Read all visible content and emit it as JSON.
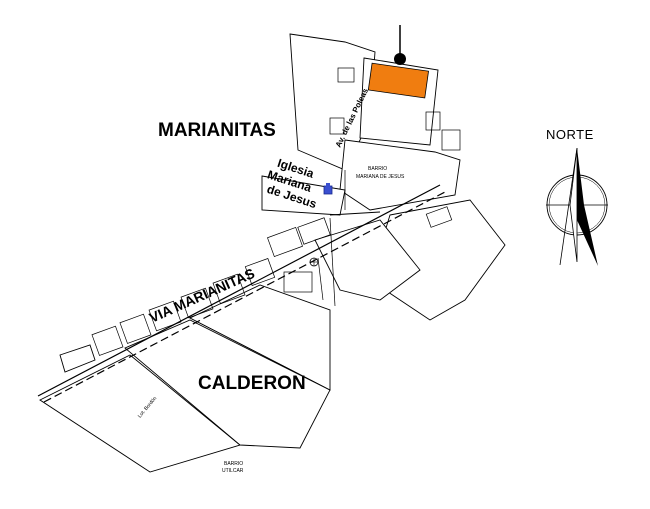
{
  "labels": {
    "sector_north": "MARIANITAS",
    "sector_south": "CALDERON",
    "main_road": "VIA MARIANITAS",
    "avenue": "Av. de las Poleas",
    "church_line1": "Iglesia",
    "church_line2": "Mariana",
    "church_line3": "de Jesus",
    "barrio_north_line1": "BARRIO",
    "barrio_north_line2": "MARIANA DE JESUS",
    "barrio_south_line1": "BARRIO",
    "barrio_south_line2": "UTILCAR",
    "lot_note": "Lot. Bordón"
  },
  "compass": {
    "label": "NORTE"
  },
  "colors": {
    "highlight_lot": "#f07d10",
    "church_marker": "#3a4fd0",
    "ink": "#000000"
  },
  "icons": {
    "location_pin": "map-pin-icon",
    "church": "church-icon",
    "compass": "north-arrow-icon"
  }
}
